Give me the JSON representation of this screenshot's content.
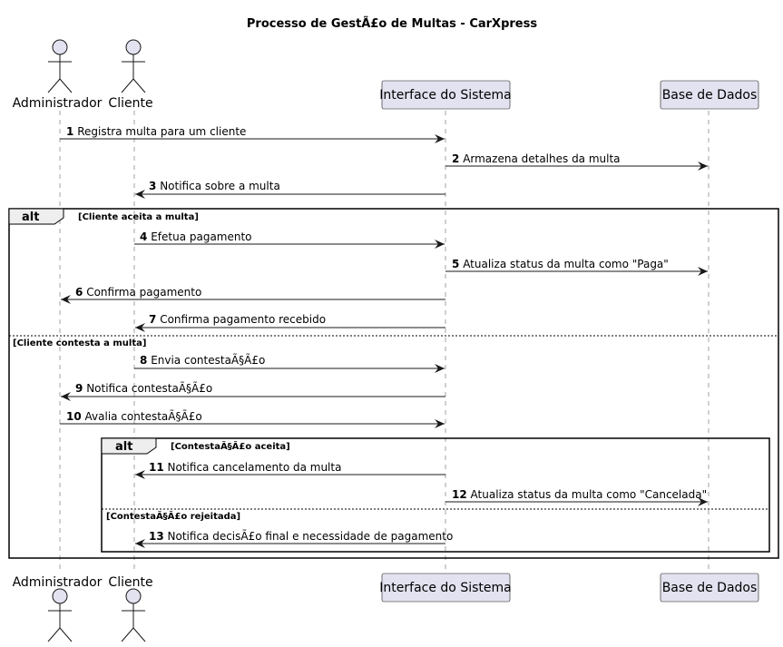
{
  "title": "Processo de GestÃ£o de Multas - CarXpress",
  "actors": [
    "Administrador",
    "Cliente"
  ],
  "participants": [
    "Interface do Sistema",
    "Base de Dados"
  ],
  "messages": [
    {
      "num": "1",
      "text": "Registra multa para um cliente"
    },
    {
      "num": "2",
      "text": "Armazena detalhes da multa"
    },
    {
      "num": "3",
      "text": "Notifica sobre a multa"
    },
    {
      "num": "4",
      "text": "Efetua pagamento"
    },
    {
      "num": "5",
      "text": "Atualiza status da multa como \"Paga\""
    },
    {
      "num": "6",
      "text": "Confirma pagamento"
    },
    {
      "num": "7",
      "text": "Confirma pagamento recebido"
    },
    {
      "num": "8",
      "text": "Envia contestaÃ§Ã£o"
    },
    {
      "num": "9",
      "text": "Notifica contestaÃ§Ã£o"
    },
    {
      "num": "10",
      "text": "Avalia contestaÃ§Ã£o"
    },
    {
      "num": "11",
      "text": "Notifica cancelamento da multa"
    },
    {
      "num": "12",
      "text": "Atualiza status da multa como \"Cancelada\""
    },
    {
      "num": "13",
      "text": "Notifica decisÃ£o final e necessidade de pagamento"
    }
  ],
  "frames": {
    "outer": {
      "keyword": "alt",
      "condition1": "[Cliente aceita a multa]",
      "condition2": "[Cliente contesta a multa]"
    },
    "inner": {
      "keyword": "alt",
      "condition1": "[ContestaÃ§Ã£o aceita]",
      "condition2": "[ContestaÃ§Ã£o rejeitada]"
    }
  }
}
